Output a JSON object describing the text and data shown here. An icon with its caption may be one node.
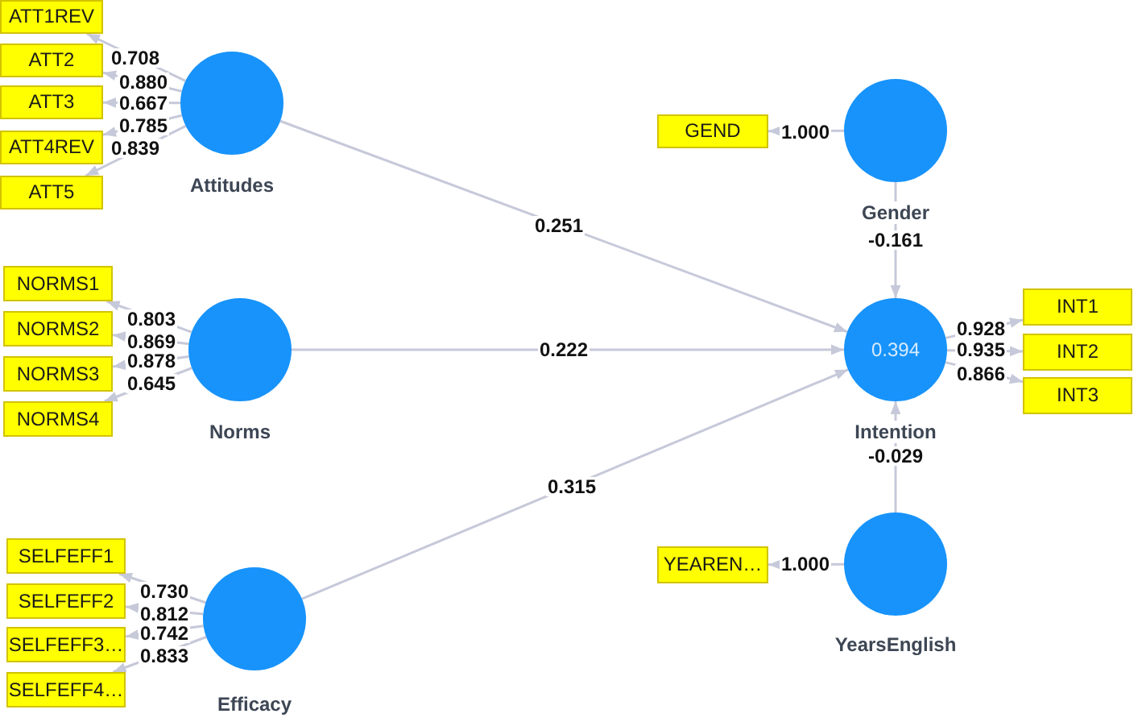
{
  "diagram": {
    "nodes": [
      {
        "text": [
          "ATT1REV"
        ]
      },
      {
        "text": [
          "ATT2"
        ]
      },
      {
        "text": [
          "ATT3"
        ]
      },
      {
        "text": [
          "ATT4REV"
        ]
      },
      {
        "text": [
          "ATT5"
        ]
      },
      {
        "text": [
          "Attitudes"
        ]
      },
      {
        "text": [
          "GEND"
        ]
      },
      {
        "text": [
          "Gender"
        ]
      },
      {
        "text": [
          "NORMS1"
        ]
      },
      {
        "text": [
          "NORMS2"
        ]
      },
      {
        "text": [
          "NORMS3"
        ]
      },
      {
        "text": [
          "NORMS4"
        ]
      },
      {
        "text": [
          "Norms"
        ]
      },
      {
        "text": [
          "0.394",
          "Intention"
        ]
      },
      {
        "text": [
          "INT1"
        ]
      },
      {
        "text": [
          "INT2"
        ]
      },
      {
        "text": [
          "INT3"
        ]
      },
      {
        "text": [
          "SELFEFF1"
        ]
      },
      {
        "text": [
          "SELFEFF2"
        ]
      },
      {
        "text": [
          "SELFEFF3…"
        ]
      },
      {
        "text": [
          "SELFEFF4…"
        ]
      },
      {
        "text": [
          "Efficacy"
        ]
      },
      {
        "text": [
          "YEAREN…"
        ]
      },
      {
        "text": [
          "YearsEnglish"
        ]
      }
    ],
    "edges": [
      {
        "from": 5,
        "to": 0,
        "arrow": "to",
        "label": "0.708"
      },
      {
        "from": 5,
        "to": 1,
        "arrow": "to",
        "label": "0.880"
      },
      {
        "from": 5,
        "to": 2,
        "arrow": "to",
        "label": "0.667"
      },
      {
        "from": 5,
        "to": 3,
        "arrow": "to",
        "label": "0.785"
      },
      {
        "from": 5,
        "to": 4,
        "arrow": "to",
        "label": "0.839"
      },
      {
        "from": 7,
        "to": 6,
        "arrow": "to",
        "label": "1.000"
      },
      {
        "from": 12,
        "to": 8,
        "arrow": "to",
        "label": "0.803"
      },
      {
        "from": 12,
        "to": 9,
        "arrow": "to",
        "label": "0.869"
      },
      {
        "from": 12,
        "to": 10,
        "arrow": "to",
        "label": "0.878"
      },
      {
        "from": 12,
        "to": 11,
        "arrow": "to",
        "label": "0.645"
      },
      {
        "from": 13,
        "to": 14,
        "arrow": "to",
        "label": "0.928"
      },
      {
        "from": 13,
        "to": 15,
        "arrow": "to",
        "label": "0.935"
      },
      {
        "from": 13,
        "to": 16,
        "arrow": "to",
        "label": "0.866"
      },
      {
        "from": 21,
        "to": 17,
        "arrow": "to",
        "label": "0.730"
      },
      {
        "from": 21,
        "to": 18,
        "arrow": "to",
        "label": "0.812"
      },
      {
        "from": 21,
        "to": 19,
        "arrow": "to",
        "label": "0.742"
      },
      {
        "from": 21,
        "to": 20,
        "arrow": "to",
        "label": "0.833"
      },
      {
        "from": 23,
        "to": 22,
        "arrow": "to",
        "label": "1.000"
      },
      {
        "from": 5,
        "to": 13,
        "arrow": "to",
        "label": "0.251"
      },
      {
        "from": 12,
        "to": 13,
        "arrow": "to",
        "label": "0.222"
      },
      {
        "from": 21,
        "to": 13,
        "arrow": "to",
        "label": "0.315"
      },
      {
        "from": 7,
        "to": 13,
        "arrow": "to",
        "label": "-0.161"
      },
      {
        "from": 23,
        "to": 13,
        "arrow": "to",
        "label": "-0.029"
      }
    ]
  }
}
